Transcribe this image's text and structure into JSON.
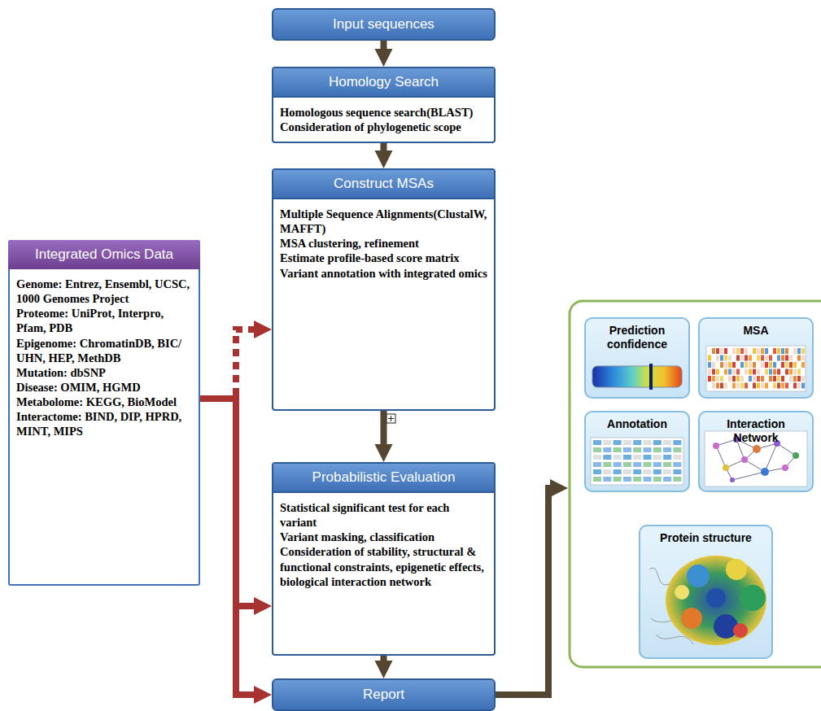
{
  "diagram": {
    "nodes": [
      {
        "text": [
          "Input sequences"
        ]
      },
      {
        "text": [
          "Homology Search",
          "Homologous sequence search(BLAST)",
          "Consideration of phylogenetic scope"
        ]
      },
      {
        "text": [
          "Construct MSAs",
          "Multiple Sequence Alignments(ClustalW, MAFFT)",
          "MSA clustering, refinement",
          "Estimate profile-based score matrix",
          "Variant annotation with integrated omics"
        ]
      },
      {
        "text": [
          "Probabilistic Evaluation",
          "Statistical significant test for each variant",
          "Variant masking, classification",
          "Consideration of stability, structural & functional constraints, epigenetic effects, biological interaction network"
        ]
      },
      {
        "text": [
          "Report"
        ]
      },
      {
        "text": [
          "Integrated Omics Data",
          "Genome: Entrez, Ensembl, UCSC, 1000 Genomes Project",
          "Proteome: UniProt, Interpro, Pfam, PDB",
          "Epigenome: ChromatinDB, BIC/ UHN, HEP, MethDB",
          "Mutation: dbSNP",
          "Disease: OMIM, HGMD",
          "Metabolome: KEGG, BioModel",
          "Interactome: BIND, DIP, HPRD, MINT, MIPS"
        ]
      },
      {
        "text": [
          "Prediction confidence"
        ]
      },
      {
        "text": [
          "MSA"
        ]
      },
      {
        "text": [
          "Annotation"
        ]
      },
      {
        "text": [
          "Interaction Network"
        ]
      },
      {
        "text": [
          "Protein structure"
        ]
      }
    ],
    "edges": [
      {
        "from": 0,
        "to": 1,
        "arrow": "to"
      },
      {
        "from": 1,
        "to": 2,
        "arrow": "to"
      },
      {
        "from": 2,
        "to": 3,
        "arrow": "to"
      },
      {
        "from": 3,
        "to": 4,
        "arrow": "to"
      },
      {
        "from": 5,
        "to": 2,
        "arrow": "to"
      },
      {
        "from": 5,
        "to": 3,
        "arrow": "to"
      },
      {
        "from": 5,
        "to": 4,
        "arrow": "to"
      }
    ]
  }
}
